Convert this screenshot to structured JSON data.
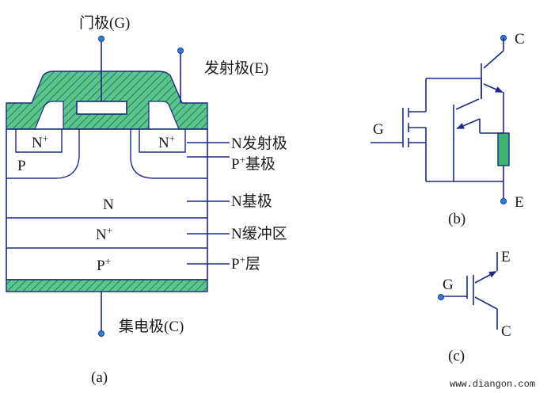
{
  "colors": {
    "line": "#1a2a8a",
    "green": "#3cb371",
    "green_fill": "#5cc58e",
    "terminal_dot": "#2a7fd0"
  },
  "fig_a": {
    "gate_label": "门极(G)",
    "emitter_label": "发射极(E)",
    "collector_label": "集电极(C)",
    "n_plus_left": "N",
    "n_plus_right": "N",
    "p_region": "P",
    "n_base": "N",
    "n_plus_buffer": "N",
    "p_plus_layer": "P",
    "sup_plus": "+",
    "annot_n_emitter": "N发射极",
    "annot_p_base_p": "P",
    "annot_p_base_rest": "基极",
    "annot_n_base": "N基极",
    "annot_n_buffer": "N缓冲区",
    "annot_p_layer_p": "P",
    "annot_p_layer_rest": "层",
    "caption": "(a)"
  },
  "fig_b": {
    "collector": "C",
    "gate": "G",
    "emitter": "E",
    "caption": "(b)"
  },
  "fig_c": {
    "emitter": "E",
    "gate": "G",
    "collector": "C",
    "caption": "(c)"
  },
  "watermark": "www.diangon.com"
}
